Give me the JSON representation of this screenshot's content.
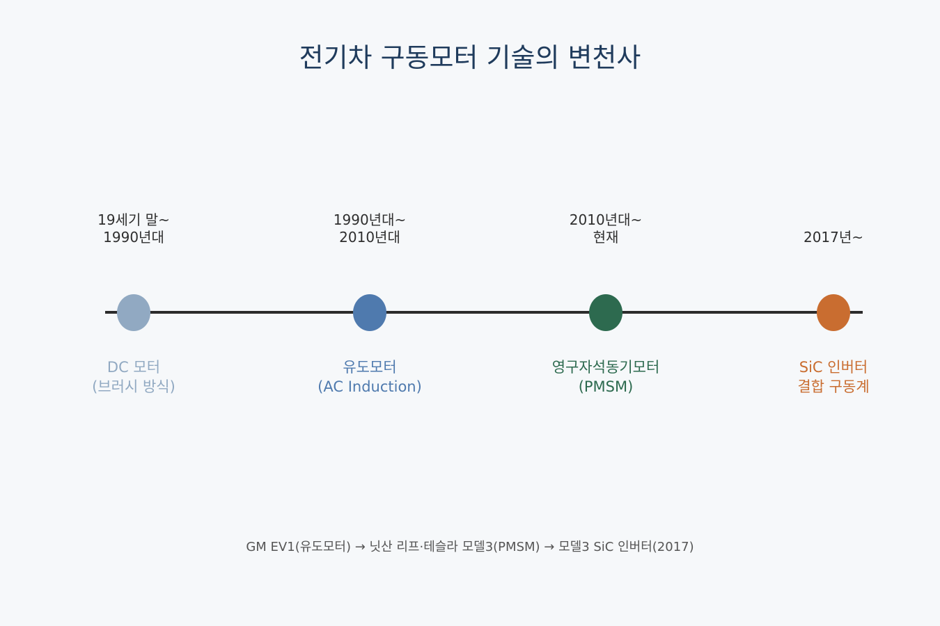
{
  "title": "전기차 구동모터 기술의 변천사",
  "milestones": [
    {
      "period": [
        "19세기 말~",
        "1990년대"
      ],
      "name": [
        "DC 모터",
        "(브러시 방식)"
      ],
      "color": "#91a9c2"
    },
    {
      "period": [
        "1990년대~",
        "2010년대"
      ],
      "name": [
        "유도모터",
        "(AC Induction)"
      ],
      "color": "#4f7aae"
    },
    {
      "period": [
        "2010년대~",
        "현재"
      ],
      "name": [
        "영구자석동기모터",
        "(PMSM)"
      ],
      "color": "#2d6a4f"
    },
    {
      "period": [
        "2017년~"
      ],
      "name": [
        "SiC 인버터",
        "결합 구동계"
      ],
      "color": "#c96d30"
    }
  ],
  "footer": "GM EV1(유도모터) → 닛산 리프·테슬라 모델3(PMSM) → 모델3 SiC 인버터(2017)",
  "line_color": "#2b2b2b"
}
